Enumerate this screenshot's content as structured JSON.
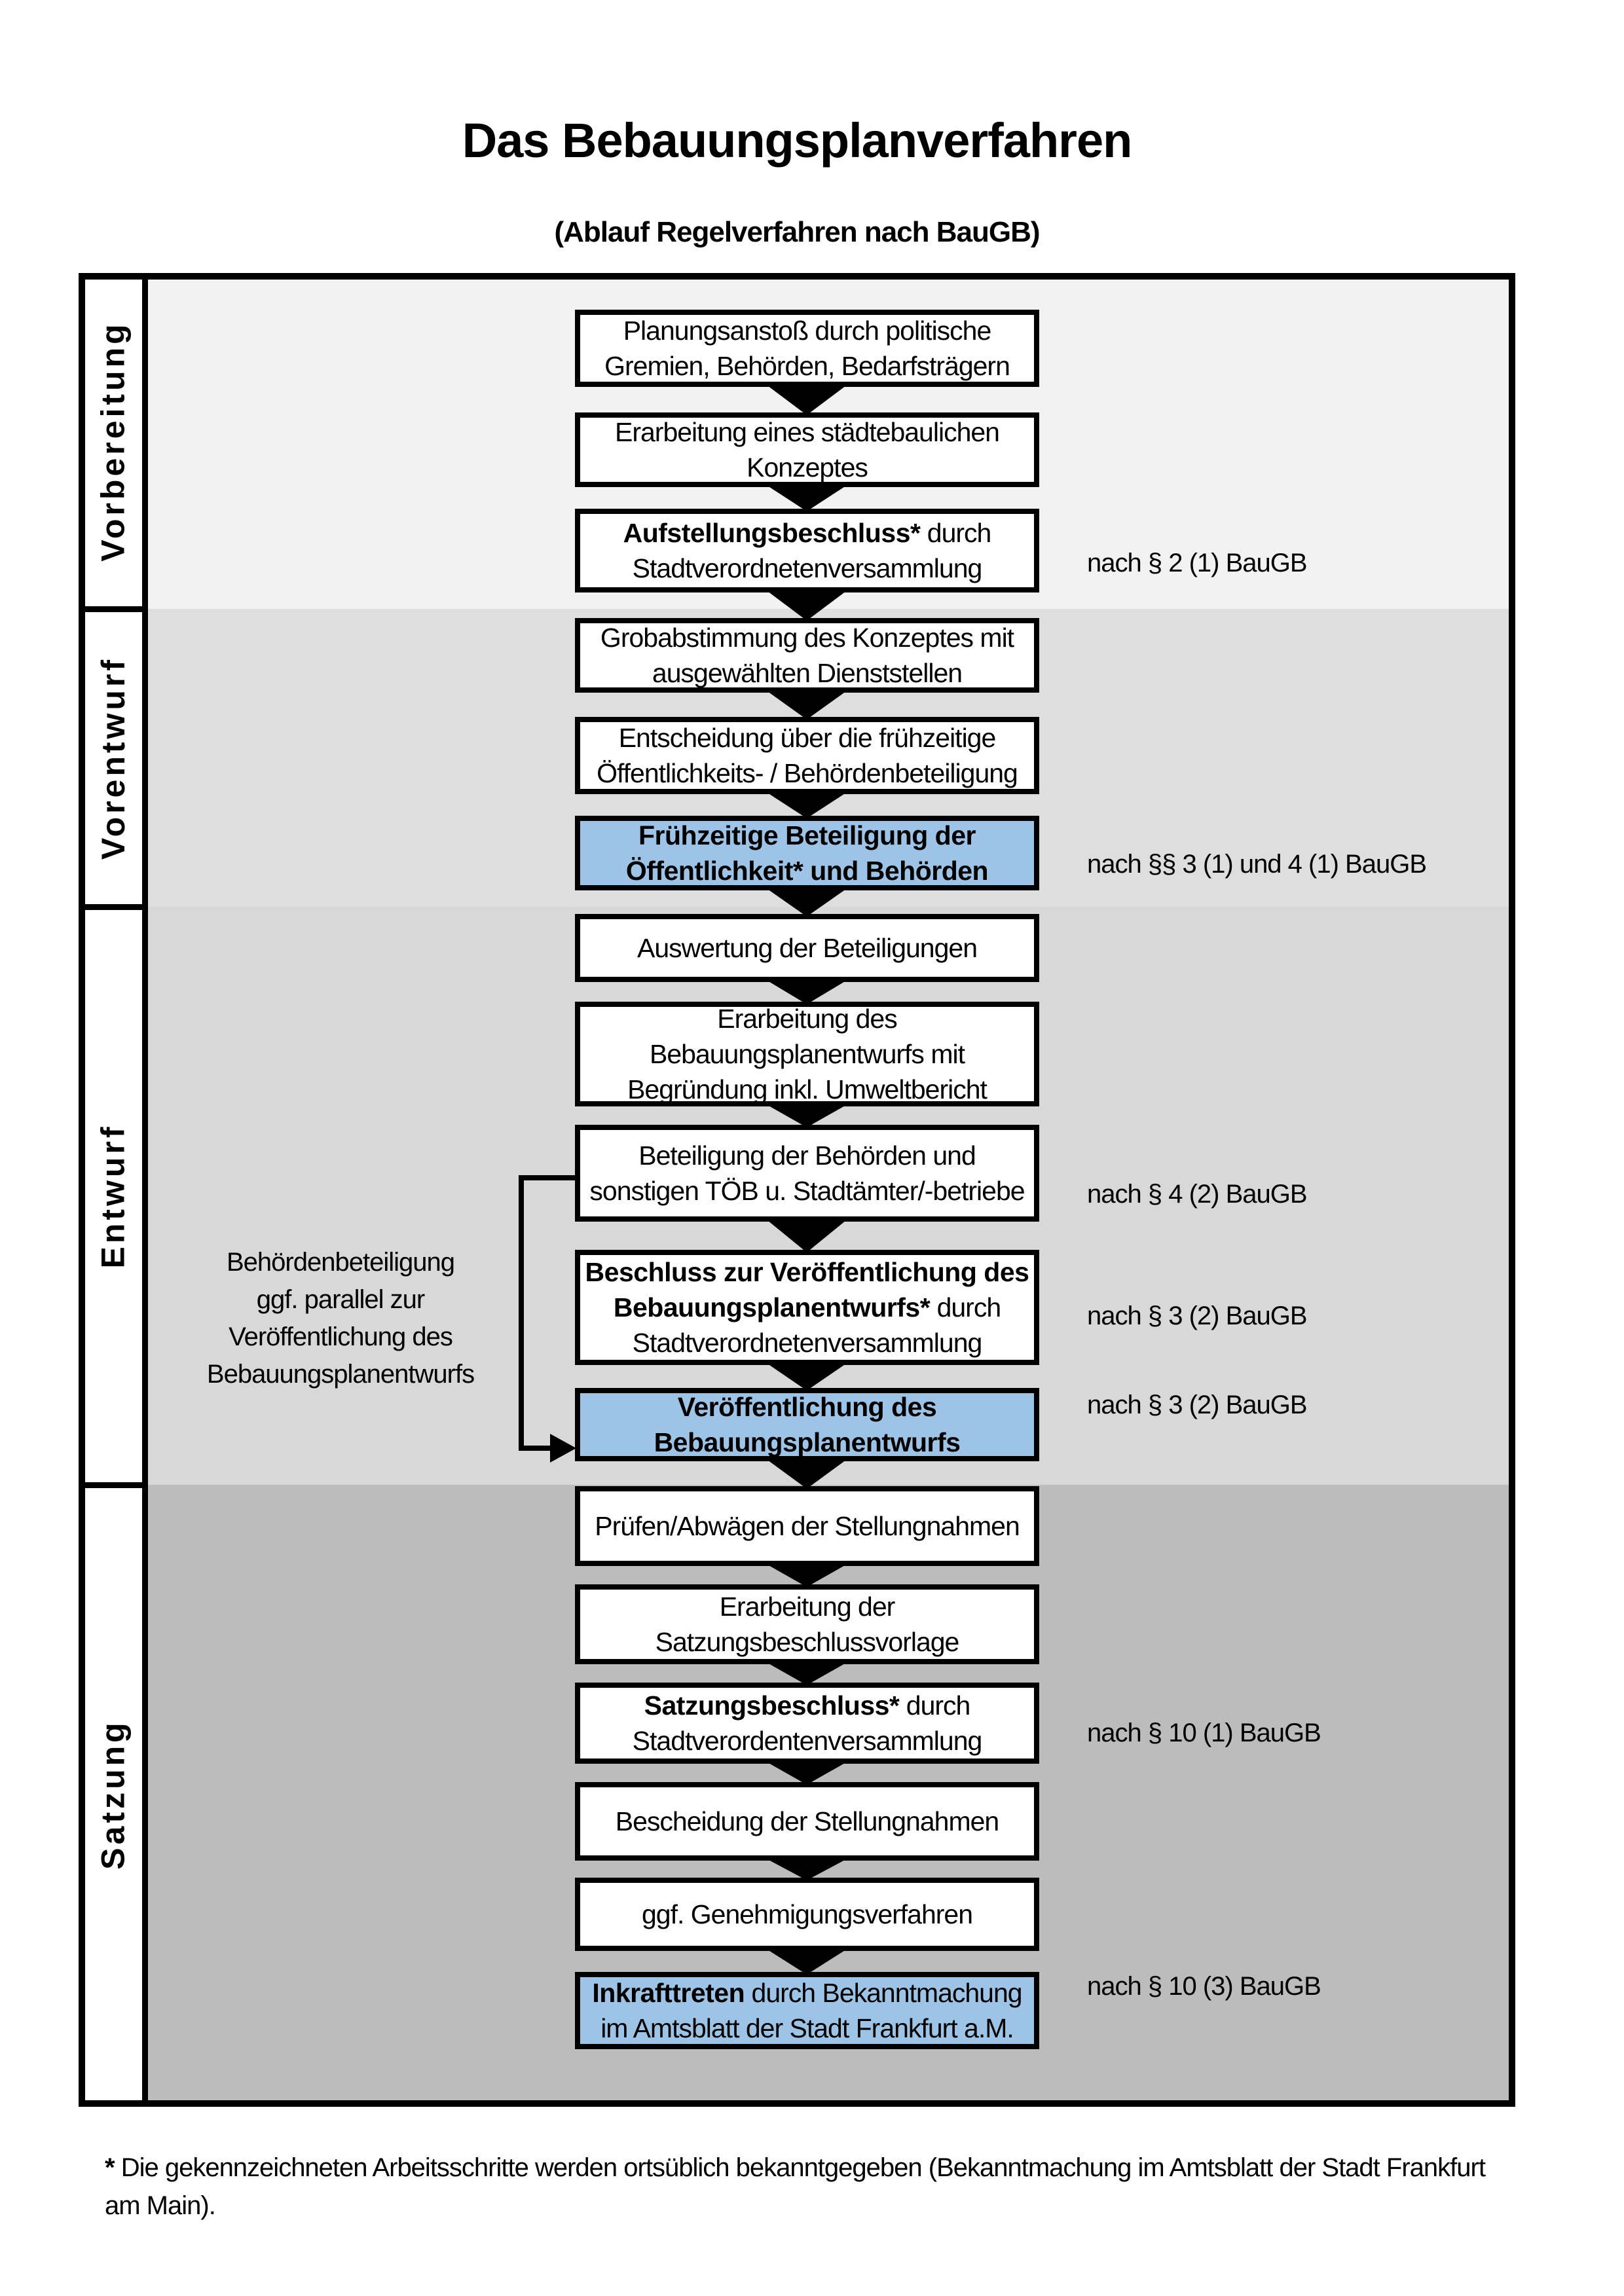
{
  "title": "Das Bebauungsplanverfahren",
  "subtitle": "(Ablauf Regelverfahren nach BauGB)",
  "colors": {
    "band_vorbereitung": "#f2f2f2",
    "band_vorentwurf": "#dedede",
    "band_entwurf": "#d8d8d8",
    "band_satzung": "#bcbcbc",
    "highlight": "#9dc3e6"
  },
  "sidebar": {
    "labels": [
      "Vorbereitung",
      "Vorentwurf",
      "Entwurf",
      "Satzung"
    ]
  },
  "boxes": [
    {
      "highlight": false,
      "lines": [
        {
          "b": "",
          "r": "Planungsanstoß durch politische"
        },
        {
          "b": "",
          "r": "Gremien, Behörden, Bedarfsträgern"
        }
      ]
    },
    {
      "highlight": false,
      "lines": [
        {
          "b": "",
          "r": "Erarbeitung eines städtebaulichen"
        },
        {
          "b": "",
          "r": "Konzeptes"
        }
      ]
    },
    {
      "highlight": false,
      "lines": [
        {
          "b": "Aufstellungsbeschluss*",
          "r": " durch"
        },
        {
          "b": "",
          "r": "Stadtverordnetenversammlung"
        }
      ]
    },
    {
      "highlight": false,
      "lines": [
        {
          "b": "",
          "r": "Grobabstimmung des Konzeptes mit"
        },
        {
          "b": "",
          "r": "ausgewählten Dienststellen"
        }
      ]
    },
    {
      "highlight": false,
      "lines": [
        {
          "b": "",
          "r": "Entscheidung über die frühzeitige"
        },
        {
          "b": "",
          "r": "Öffentlichkeits- / Behördenbeteiligung"
        }
      ]
    },
    {
      "highlight": true,
      "lines": [
        {
          "b": "Frühzeitige Beteiligung der",
          "r": ""
        },
        {
          "b": "Öffentlichkeit* und Behörden",
          "r": ""
        }
      ]
    },
    {
      "highlight": false,
      "lines": [
        {
          "b": "",
          "r": "Auswertung der Beteiligungen"
        }
      ]
    },
    {
      "highlight": false,
      "lines": [
        {
          "b": "",
          "r": "Erarbeitung des"
        },
        {
          "b": "",
          "r": "Bebauungsplanentwurfs mit"
        },
        {
          "b": "",
          "r": "Begründung inkl. Umweltbericht"
        }
      ]
    },
    {
      "highlight": false,
      "lines": [
        {
          "b": "",
          "r": "Beteiligung der Behörden und"
        },
        {
          "b": "",
          "r": "sonstigen TÖB u. Stadtämter/-betriebe"
        }
      ]
    },
    {
      "highlight": false,
      "lines": [
        {
          "b": "Beschluss zur Veröffentlichung des",
          "r": ""
        },
        {
          "b": "Bebauungsplanentwurfs*",
          "r": " durch"
        },
        {
          "b": "",
          "r": "Stadtverordnetenversammlung"
        }
      ]
    },
    {
      "highlight": true,
      "lines": [
        {
          "b": "Veröffentlichung des",
          "r": ""
        },
        {
          "b": "Bebauungsplanentwurfs",
          "r": ""
        }
      ]
    },
    {
      "highlight": false,
      "lines": [
        {
          "b": "",
          "r": "Prüfen/Abwägen der Stellungnahmen"
        }
      ]
    },
    {
      "highlight": false,
      "lines": [
        {
          "b": "",
          "r": "Erarbeitung der"
        },
        {
          "b": "",
          "r": "Satzungsbeschlussvorlage"
        }
      ]
    },
    {
      "highlight": false,
      "lines": [
        {
          "b": "Satzungsbeschluss*",
          "r": " durch"
        },
        {
          "b": "",
          "r": "Stadtverordentenversammlung"
        }
      ]
    },
    {
      "highlight": false,
      "lines": [
        {
          "b": "",
          "r": "Bescheidung der Stellungnahmen"
        }
      ]
    },
    {
      "highlight": false,
      "lines": [
        {
          "b": "",
          "r": "ggf. Genehmigungsverfahren"
        }
      ]
    },
    {
      "highlight": true,
      "lines": [
        {
          "b": "Inkrafttreten",
          "r": " durch Bekanntmachung"
        },
        {
          "b": "",
          "r": "im Amtsblatt der Stadt Frankfurt a.M."
        }
      ]
    }
  ],
  "references": [
    {
      "text": "nach § 2 (1) BauGB"
    },
    {
      "text": "nach §§ 3 (1) und 4 (1) BauGB"
    },
    {
      "text": "nach § 4 (2) BauGB"
    },
    {
      "text": "nach § 3 (2) BauGB"
    },
    {
      "text": "nach § 3 (2) BauGB"
    },
    {
      "text": "nach § 10 (1) BauGB"
    },
    {
      "text": "nach § 10 (3) BauGB"
    }
  ],
  "side_note": {
    "lines": [
      "Behördenbeteiligung",
      "ggf. parallel zur",
      "Veröffentlichung des",
      "Bebauungsplanentwurfs"
    ]
  },
  "footnote": {
    "star": "*",
    "text": " Die gekennzeichneten Arbeitsschritte werden ortsüblich bekanntgegeben (Bekanntmachung im Amtsblatt der Stadt Frankfurt am Main)."
  }
}
